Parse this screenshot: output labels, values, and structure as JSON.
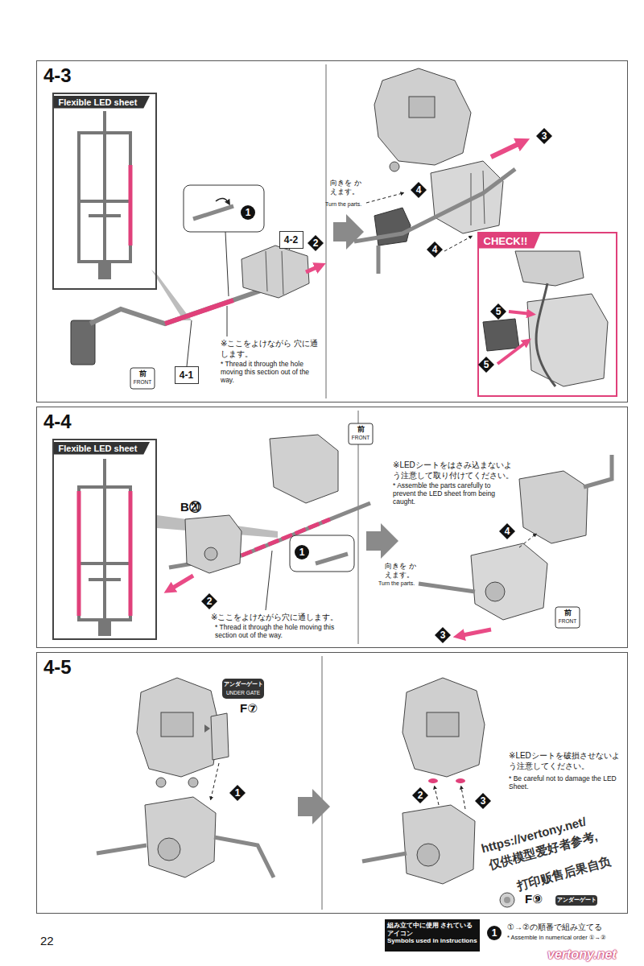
{
  "diagram": {
    "nodes": [
      {
        "text": [
          "4-3"
        ]
      },
      {
        "text": [
          "Flexible LED sheet"
        ],
        "in": 0
      },
      {
        "text": [
          "4-2"
        ],
        "in": 0
      },
      {
        "text": [
          "4-1"
        ],
        "in": 0
      },
      {
        "text": [
          "CHECK!!"
        ],
        "in": 0
      },
      {
        "text": [
          "4-4"
        ]
      },
      {
        "text": [
          "Flexible LED sheet"
        ],
        "in": 5
      },
      {
        "text": [
          "4-5"
        ]
      },
      {
        "text": [
          "組み立て中に使用 されているアイコン",
          "Symbols used in instructions"
        ]
      }
    ],
    "labels": [
      "1",
      "2",
      "※ここをよけながら 穴に通します。",
      "* Thread it through the hole moving this section out of the way.",
      "前",
      "FRONT",
      "向きを かえます。",
      "Turn the parts.",
      "3",
      "4",
      "4",
      "5",
      "5",
      "前",
      "FRONT",
      "B⑳",
      "1",
      "2",
      "※ここをよけながら穴に通します。",
      "* Thread it through the hole moving this section out of the way.",
      "向きを かえます。",
      "Turn the parts.",
      "※LEDシートをはさみ込まないよう注意して取り付けてください。",
      "* Assemble the parts carefully to prevent the LED sheet from being caught.",
      "4",
      "3",
      "前",
      "FRONT",
      "アンダーゲート",
      "UNDER GATE",
      "F⑦",
      "1",
      "※LEDシートを破損させないよう注意してください。",
      "* Be careful not to damage the LED Sheet.",
      "2",
      "3",
      "F⑨",
      "アンダーゲート",
      "https://vertony.net/",
      "仅供模型爱好者参考,",
      "打印贩售后果自负",
      "22",
      "1",
      "①→②の順番で組み立てる",
      "* Assemble in numerical order ①→②",
      "vertony.net"
    ]
  }
}
